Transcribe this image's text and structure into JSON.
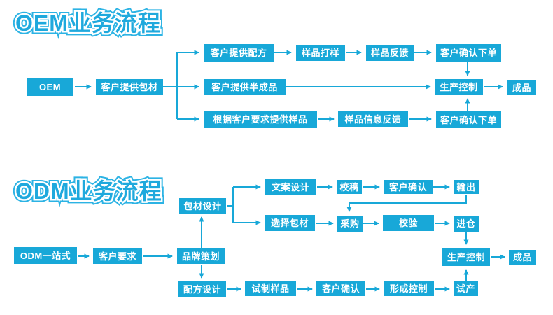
{
  "colors": {
    "accent": "#18a8d8",
    "box_text": "#ffffff",
    "title_fill": "#1fa9dd"
  },
  "oem": {
    "title": "OEM业务流程",
    "nodes": {
      "start": "OEM",
      "baocai": "客户提供包材",
      "peifang": "客户提供配方",
      "dayang": "样品打样",
      "fankui": "样品反馈",
      "xiadan_top": "客户确认下单",
      "banchengpin": "客户提供半成品",
      "shengchan": "生产控制",
      "chengpin": "成品",
      "genju": "根据客户要求提供样品",
      "xinxi": "样品信息反馈",
      "xiadan_bottom": "客户确认下单"
    }
  },
  "odm": {
    "title": "ODM业务流程",
    "nodes": {
      "baocai_sheji": "包材设计",
      "wenan": "文案设计",
      "jiaogao": "校稿",
      "queren_top": "客户确认",
      "shuchu": "输出",
      "xuanze": "选择包材",
      "caigou": "采购",
      "jiaoyan": "校验",
      "jincang": "进仓",
      "yizhan": "ODM一站式",
      "yaoqiu": "客户要求",
      "pinpai": "品牌策划",
      "shengchan": "生产控制",
      "chengpin": "成品",
      "peifang_sheji": "配方设计",
      "shizhi": "试制样品",
      "queren_bottom": "客户确认",
      "xingcheng": "形成控制",
      "shichan": "试产"
    }
  }
}
